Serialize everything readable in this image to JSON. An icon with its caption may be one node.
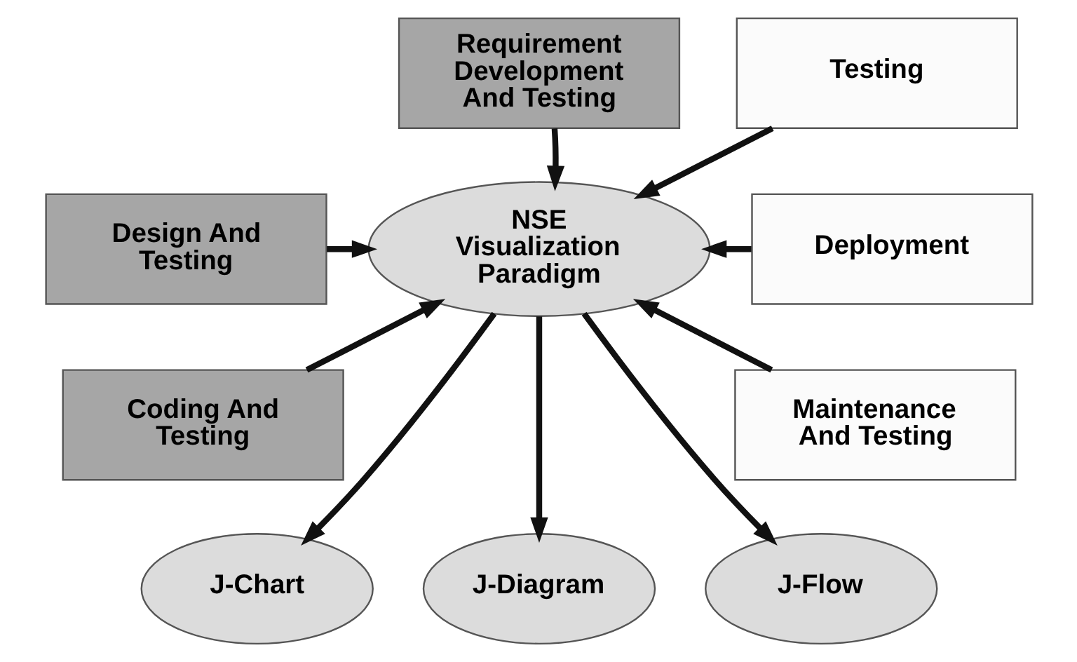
{
  "diagram": {
    "nodes": [
      {
        "text": [
          "Requirement Development And Testing"
        ]
      },
      {
        "text": [
          "Design And Testing"
        ]
      },
      {
        "text": [
          "Coding And Testing"
        ]
      },
      {
        "text": [
          "NSE Visualization Paradigm"
        ]
      },
      {
        "text": [
          "Testing"
        ]
      },
      {
        "text": [
          "Deployment"
        ]
      },
      {
        "text": [
          "Maintenance And Testing"
        ]
      },
      {
        "text": [
          "J-Chart"
        ]
      },
      {
        "text": [
          "J-Diagram"
        ]
      },
      {
        "text": [
          "J-Flow"
        ]
      }
    ],
    "edges": [
      {
        "from": 0,
        "to": 3,
        "arrow": "to"
      },
      {
        "from": 1,
        "to": 3,
        "arrow": "to"
      },
      {
        "from": 2,
        "to": 3,
        "arrow": "to"
      },
      {
        "from": 4,
        "to": 3,
        "arrow": "to"
      },
      {
        "from": 5,
        "to": 3,
        "arrow": "to"
      },
      {
        "from": 6,
        "to": 3,
        "arrow": "to"
      },
      {
        "from": 3,
        "to": 7,
        "arrow": "to"
      },
      {
        "from": 3,
        "to": 8,
        "arrow": "to"
      },
      {
        "from": 3,
        "to": 9,
        "arrow": "to"
      }
    ]
  }
}
